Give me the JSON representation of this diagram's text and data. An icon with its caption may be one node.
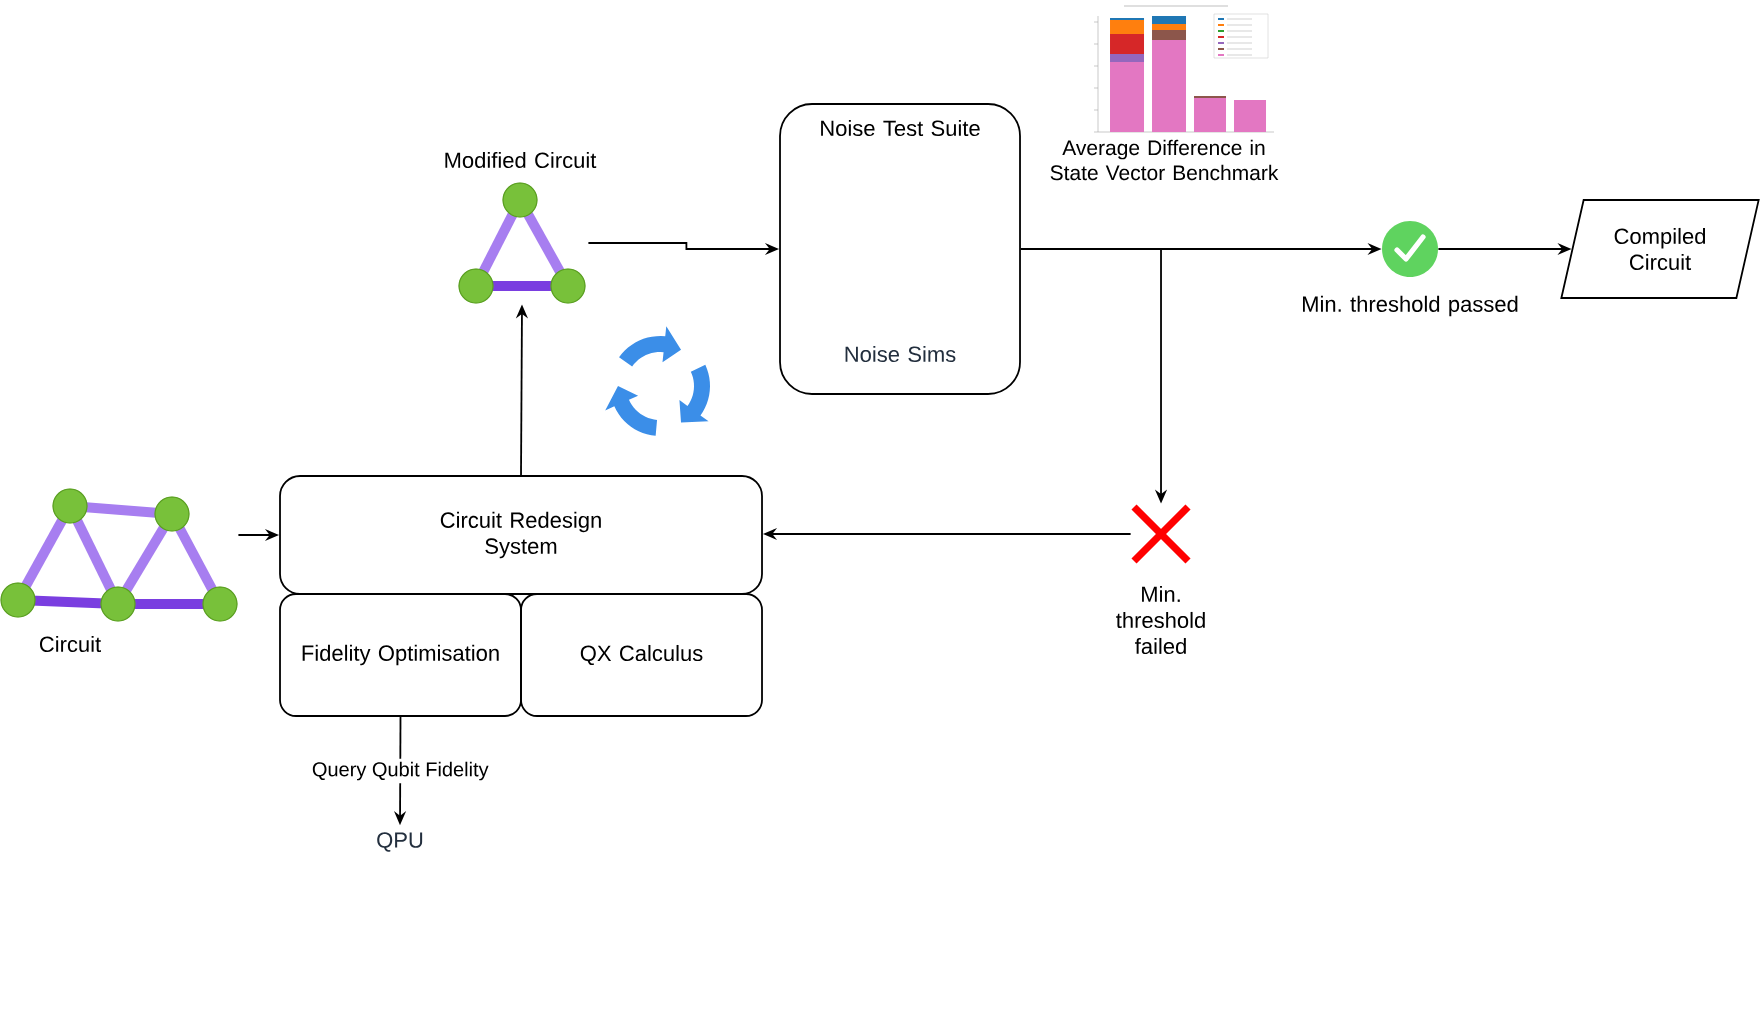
{
  "diagram": {
    "nodes": [
      {
        "text": [
          "Circuit"
        ]
      },
      {
        "text": [
          "Modified Circuit"
        ]
      },
      {
        "text": [
          "Noise Test Suite",
          "Noise Sims"
        ]
      },
      {
        "text": [
          "Circuit Redesign System"
        ]
      },
      {
        "text": [
          "Fidelity Optimisation"
        ]
      },
      {
        "text": [
          "QX Calculus"
        ]
      },
      {
        "text": [
          "Min. threshold passed"
        ]
      },
      {
        "text": [
          "Compiled Circuit"
        ]
      },
      {
        "text": [
          "Min. threshold failed"
        ]
      },
      {
        "text": [
          "QPU"
        ]
      }
    ],
    "edges": [
      {
        "from": 0,
        "to": 3,
        "arrow": "to"
      },
      {
        "from": 3,
        "to": 1,
        "arrow": "to"
      },
      {
        "from": 1,
        "to": 2,
        "arrow": "to"
      },
      {
        "from": 2,
        "to": 6,
        "arrow": "to"
      },
      {
        "from": 2,
        "to": 8,
        "arrow": "to"
      },
      {
        "from": 6,
        "to": 7,
        "arrow": "to"
      },
      {
        "from": 8,
        "to": 3,
        "arrow": "to"
      },
      {
        "from": 4,
        "to": 9,
        "arrow": "to",
        "label": "Query Qubit Fidelity"
      }
    ],
    "labels": [
      "Average Difference in State Vector Benchmark"
    ]
  }
}
